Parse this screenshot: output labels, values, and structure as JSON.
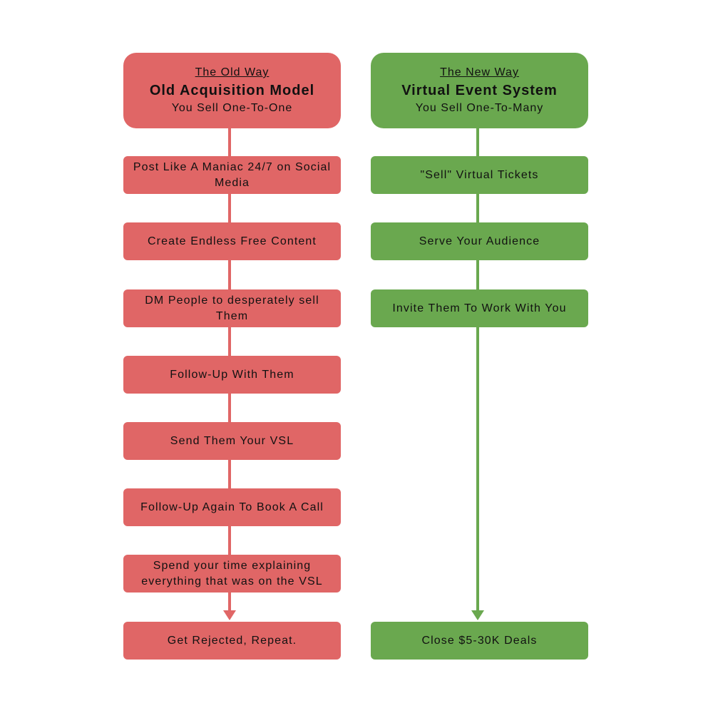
{
  "old_way": {
    "kicker": "The Old Way",
    "title": "Old Acquisition Model",
    "subtitle": "You Sell One-To-One",
    "steps": [
      "Post Like A Maniac 24/7 on Social Media",
      "Create Endless Free Content",
      "DM People to desperately sell Them",
      "Follow-Up With Them",
      "Send Them Your VSL",
      "Follow-Up Again To Book A Call",
      "Spend your time explaining everything that was on the VSL"
    ],
    "outcome": "Get Rejected, Repeat."
  },
  "new_way": {
    "kicker": "The New Way",
    "title": "Virtual Event System",
    "subtitle": "You Sell One-To-Many",
    "steps": [
      "\"Sell\" Virtual Tickets",
      "Serve Your Audience",
      "Invite Them To Work With You"
    ],
    "outcome": "Close $5-30K Deals"
  },
  "colors": {
    "old": "#e06666",
    "new": "#6aa84f"
  }
}
